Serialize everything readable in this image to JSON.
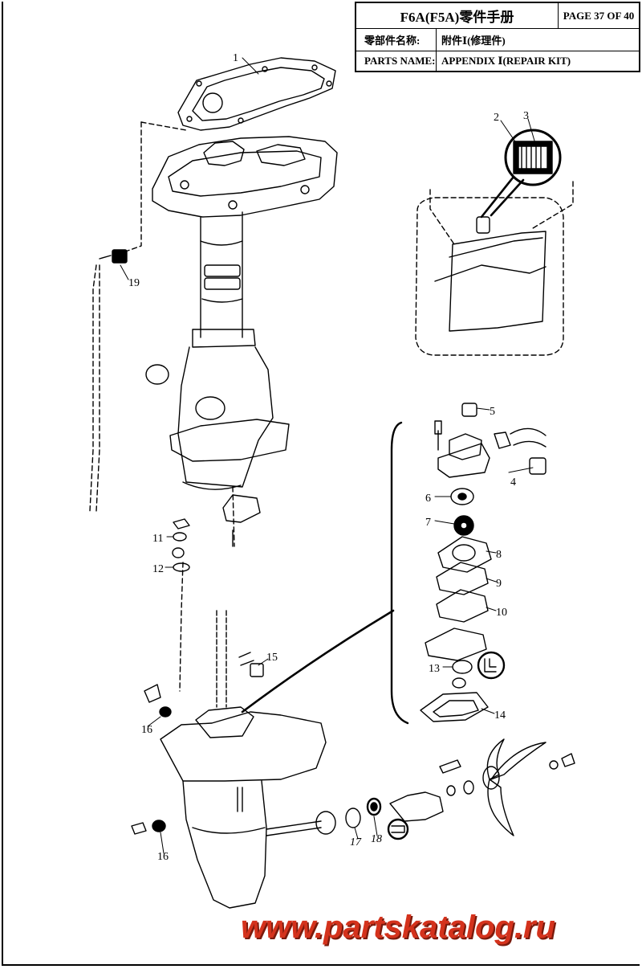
{
  "title_block": {
    "title": "F6A(F5A)零件手册",
    "page": "PAGE 37 OF 40",
    "cn_label": "零部件名称:",
    "cn_value": "附件Ⅰ(修理件)",
    "en_label": "PARTS NAME:",
    "en_value": "APPENDIX Ⅰ(REPAIR KIT)"
  },
  "callouts": [
    "1",
    "2",
    "3",
    "4",
    "5",
    "6",
    "7",
    "8",
    "9",
    "10",
    "11",
    "12",
    "13",
    "14",
    "15",
    "16",
    "16",
    "17",
    "18",
    "19"
  ],
  "watermark": "www.partskatalog.ru",
  "colors": {
    "line": "#000000",
    "watermark": "#d4321c"
  }
}
